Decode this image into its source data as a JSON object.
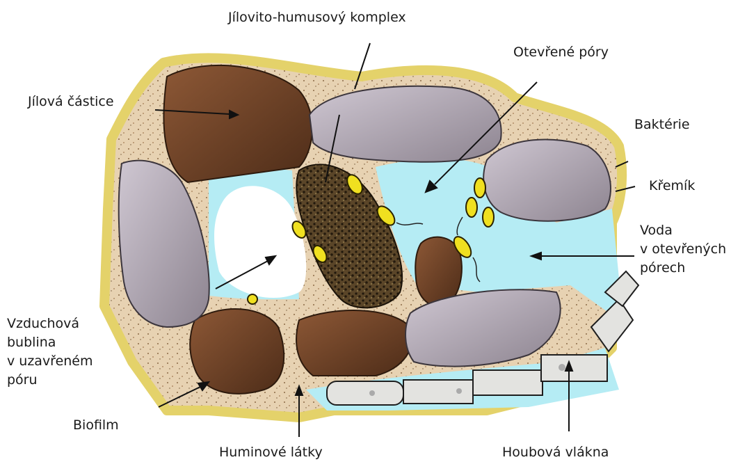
{
  "labels": {
    "clay_humus_complex": "Jílovito-humusový komplex",
    "open_pores": "Otevřené póry",
    "clay_particle": "Jílová částice",
    "bacteria": "Baktérie",
    "silica": "Křemík",
    "water_line1": "Voda",
    "water_line2": "v otevřených",
    "water_line3": "pórech",
    "air_line1": "Vzduchová",
    "air_line2": "bublina",
    "air_line3": "v uzavřeném",
    "air_line4": "póru",
    "biofilm": "Biofilm",
    "humic": "Huminové látky",
    "fungal": "Houbová vlákna"
  },
  "colors": {
    "water": "#b5ecf4",
    "air_bubble": "#ffffff",
    "biofilm": "#ecdf3c",
    "clay": "#7a4a2c",
    "humus": "#3b2c1a",
    "rock": "#a99fab",
    "sand_matrix": "#e7d2b2",
    "fungal_hypha": "#e3e3e0",
    "bacteria": "#f0e020"
  }
}
